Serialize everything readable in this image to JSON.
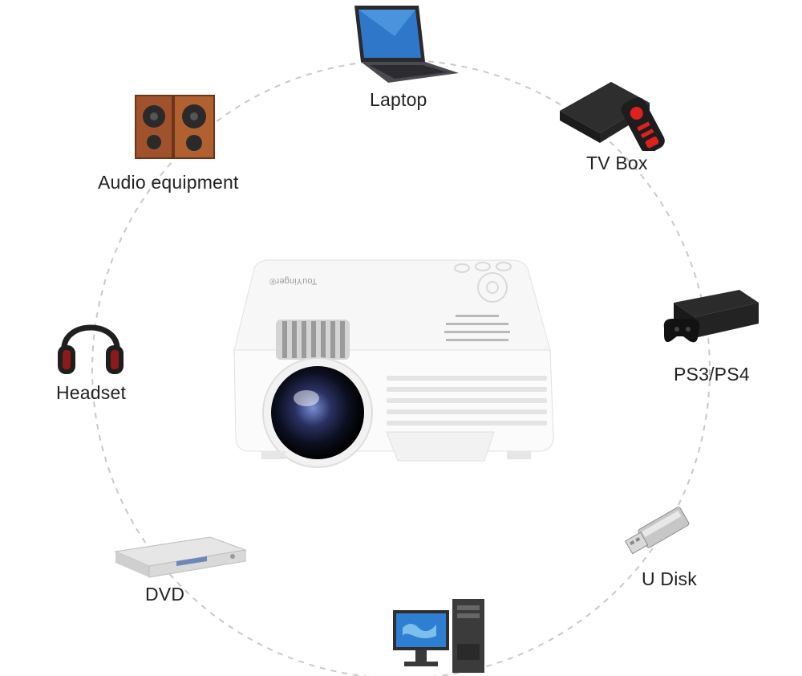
{
  "devices": {
    "laptop": {
      "label": "Laptop"
    },
    "tv_box": {
      "label": "TV Box"
    },
    "audio": {
      "label": "Audio equipment"
    },
    "headset": {
      "label": "Headset"
    },
    "ps": {
      "label": "PS3/PS4"
    },
    "dvd": {
      "label": "DVD"
    },
    "udisk": {
      "label": "U Disk"
    }
  },
  "projector": {
    "brand": "TouYinger®"
  },
  "colors": {
    "ring": "#c9c9c9",
    "label": "#222222",
    "accent_red": "#e02020",
    "wood": "#a0522d"
  }
}
